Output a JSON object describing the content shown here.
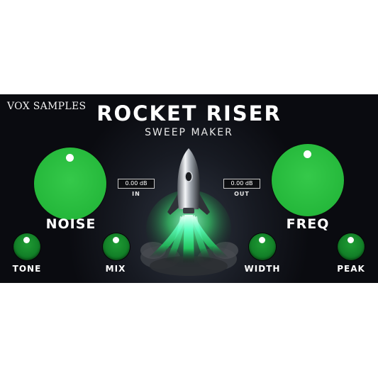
{
  "brand": {
    "name": "VOX SAMPLES"
  },
  "header": {
    "title": "ROCKET RISER",
    "subtitle": "SWEEP MAKER"
  },
  "meters": {
    "in": {
      "value": "0.00 dB",
      "label": "IN"
    },
    "out": {
      "value": "0.00 dB",
      "label": "OUT"
    }
  },
  "knobs": {
    "noise": {
      "label": "NOISE"
    },
    "freq": {
      "label": "FREQ"
    },
    "tone": {
      "label": "TONE"
    },
    "mix": {
      "label": "MIX"
    },
    "width": {
      "label": "WIDTH"
    },
    "peak": {
      "label": "PEAK"
    }
  },
  "colors": {
    "big_knob": "#25b83b",
    "small_knob": "#107a25",
    "panel_bg": "#171a22",
    "glow": "#3cff7a"
  },
  "icons": {
    "center_art": "rocket-icon"
  }
}
